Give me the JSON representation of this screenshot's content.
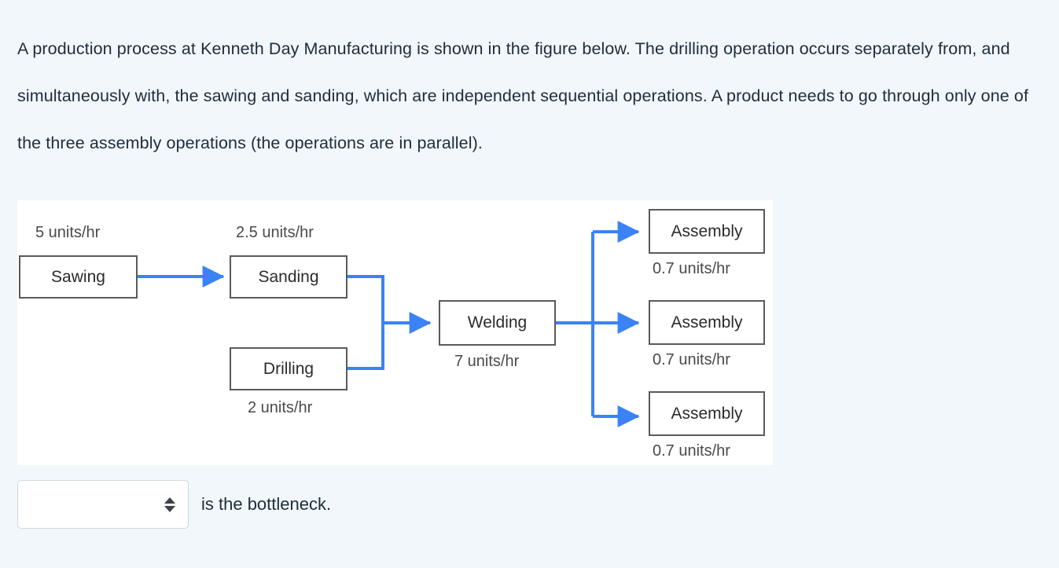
{
  "problem": {
    "statement": "A production process at Kenneth Day Manufacturing is shown in the figure below. The drilling operation occurs separately from, and simultaneously with, the sawing and sanding, which are independent sequential operations. A product needs to go through only one of the three assembly operations (the operations are in parallel)."
  },
  "figure": {
    "accent_color": "#3b82f6",
    "box_border_color": "#5a5a5a",
    "panel_background": "#ffffff",
    "nodes": [
      {
        "id": "sawing",
        "label": "Sawing",
        "rate": "5 units/hr",
        "rate_position": "above"
      },
      {
        "id": "sanding",
        "label": "Sanding",
        "rate": "2.5 units/hr",
        "rate_position": "above"
      },
      {
        "id": "drilling",
        "label": "Drilling",
        "rate": "2 units/hr",
        "rate_position": "below"
      },
      {
        "id": "welding",
        "label": "Welding",
        "rate": "7 units/hr",
        "rate_position": "below"
      },
      {
        "id": "assembly1",
        "label": "Assembly",
        "rate": "0.7 units/hr",
        "rate_position": "below"
      },
      {
        "id": "assembly2",
        "label": "Assembly",
        "rate": "0.7 units/hr",
        "rate_position": "below"
      },
      {
        "id": "assembly3",
        "label": "Assembly",
        "rate": "0.7 units/hr",
        "rate_position": "below"
      }
    ]
  },
  "answer": {
    "select_value": "",
    "sentence": "is the bottleneck."
  }
}
